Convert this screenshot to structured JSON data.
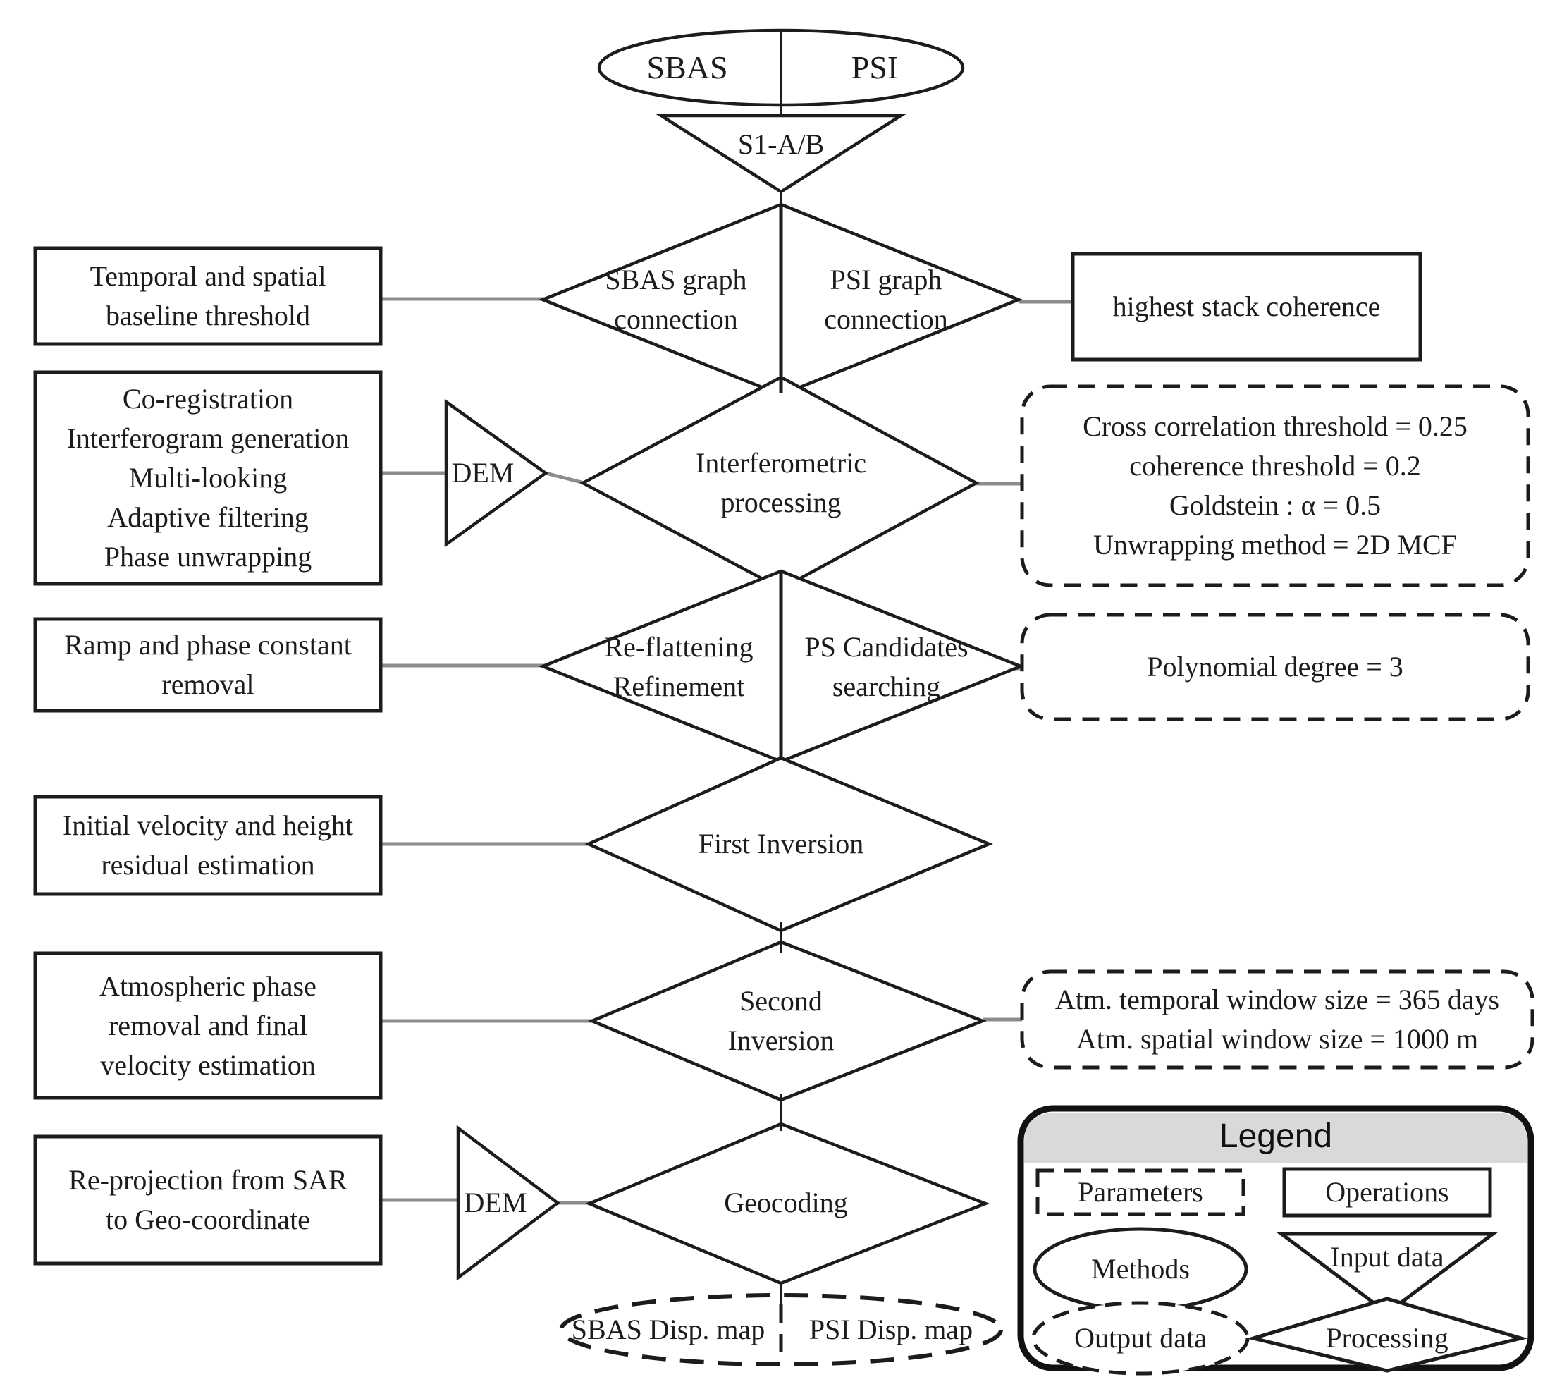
{
  "nodes": {
    "methods_sbas": "SBAS",
    "methods_psi": "PSI",
    "input_s1ab": "S1-A/B",
    "op_baseline": "Temporal and spatial\nbaseline threshold",
    "proc_sbas_graph": "SBAS graph\nconnection",
    "proc_psi_graph": "PSI graph\nconnection",
    "param_stack_coherence": "highest stack coherence",
    "op_interferometry": "Co-registration\nInterferogram generation\nMulti-looking\nAdaptive filtering\nPhase unwrapping",
    "input_dem_1": "DEM",
    "proc_interferometric": "Interferometric\nprocessing",
    "param_interferometric": "Cross correlation threshold = 0.25\ncoherence threshold = 0.2\nGoldstein : α = 0.5\nUnwrapping method = 2D MCF",
    "op_ramp_removal": "Ramp and phase constant\nremoval",
    "proc_reflattening": "Re-flattening\nRefinement",
    "proc_ps_candidates": "PS Candidates\nsearching",
    "param_polynomial": "Polynomial degree = 3",
    "op_initial_velocity": "Initial velocity and height\nresidual estimation",
    "proc_first_inversion": "First Inversion",
    "op_atmospheric": "Atmospheric phase\nremoval and final\nvelocity estimation",
    "proc_second_inversion": "Second\nInversion",
    "param_atmospheric": "Atm. temporal window size = 365 days\nAtm. spatial window size = 1000 m",
    "op_reprojection": "Re-projection from SAR\nto Geo-coordinate",
    "input_dem_2": "DEM",
    "proc_geocoding": "Geocoding",
    "output_sbas_map": "SBAS Disp. map",
    "output_psi_map": "PSI Disp. map"
  },
  "legend": {
    "title": "Legend",
    "parameters": "Parameters",
    "operations": "Operations",
    "methods": "Methods",
    "input_data": "Input data",
    "output_data": "Output data",
    "processing": "Processing"
  },
  "colors": {
    "shape_stroke": "#1c1c1c",
    "connector_gray": "#8c8c8c",
    "legend_header_bg": "#d9d9d9",
    "background": "#ffffff"
  }
}
